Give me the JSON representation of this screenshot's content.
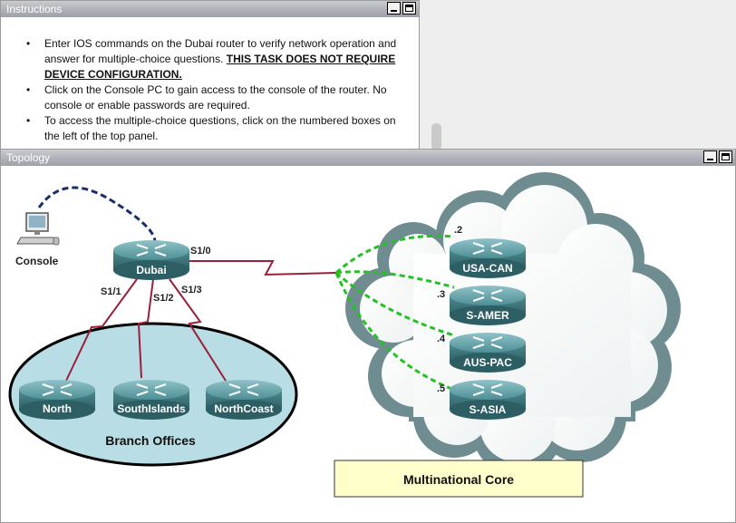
{
  "instructions_window": {
    "title": "Instructions",
    "bullets": [
      {
        "text": "Enter IOS commands on the  Dubai router to verify network operation and answer for multiple-choice questions. ",
        "emphasis": "THIS TASK DOES NOT REQUIRE DEVICE CONFIGURATION."
      },
      {
        "text": "Click on the Console PC to gain access to the console of the router. No console or enable passwords are required."
      },
      {
        "text": "To access the multiple-choice questions, click on the numbered boxes on the left of the top panel."
      }
    ]
  },
  "topology_window": {
    "title": "Topology",
    "console_label": "Console",
    "dubai": {
      "name": "Dubai",
      "ports": {
        "s10": "S1/0",
        "s11": "S1/1",
        "s12": "S1/2",
        "s13": "S1/3"
      }
    },
    "branch": {
      "label": "Branch Offices",
      "routers": [
        "North",
        "SouthIslands",
        "NorthCoast"
      ]
    },
    "core": {
      "label": "Multinational Core",
      "routers": [
        {
          "name": "USA-CAN",
          "ip": ".2"
        },
        {
          "name": "S-AMER",
          "ip": ".3"
        },
        {
          "name": "AUS-PAC",
          "ip": ".4"
        },
        {
          "name": "S-ASIA",
          "ip": ".5"
        }
      ]
    }
  },
  "colors": {
    "router_body": "#3f7f86",
    "serial_link": "#9a1f3a",
    "virtual_link": "#22c222",
    "console_cable": "#1a2e6e",
    "branch_fill": "#b8dde4",
    "core_label_fill": "#ffffcc"
  }
}
